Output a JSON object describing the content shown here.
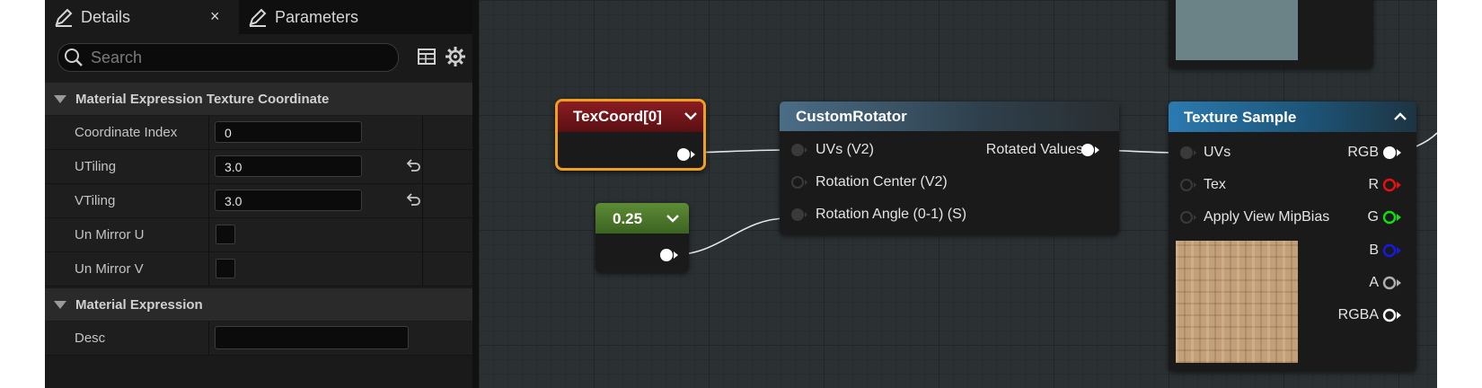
{
  "details": {
    "tabs": [
      {
        "label": "Details",
        "icon": "pencil-icon",
        "active": true,
        "close": "×"
      },
      {
        "label": "Parameters",
        "icon": "pencil-icon",
        "active": false
      }
    ],
    "search": {
      "placeholder": "Search"
    },
    "sections": [
      {
        "title": "Material Expression Texture Coordinate",
        "rows": [
          {
            "label": "Coordinate Index",
            "type": "text",
            "value": "0"
          },
          {
            "label": "UTiling",
            "type": "text",
            "value": "3.0",
            "reset": true
          },
          {
            "label": "VTiling",
            "type": "text",
            "value": "3.0",
            "reset": true
          },
          {
            "label": "Un Mirror U",
            "type": "checkbox",
            "checked": false
          },
          {
            "label": "Un Mirror V",
            "type": "checkbox",
            "checked": false
          }
        ]
      },
      {
        "title": "Material Expression",
        "rows": [
          {
            "label": "Desc",
            "type": "text",
            "value": ""
          }
        ]
      }
    ]
  },
  "graph": {
    "nodes": {
      "texcoord": {
        "title": "TexCoord[0]",
        "header_color": "#7a1519",
        "selected_color": "#f0a020"
      },
      "constant": {
        "title": "0.25",
        "header_color": "#4e7a2c"
      },
      "custom_rotator": {
        "title": "CustomRotator",
        "header_color": "#3d5c73",
        "inputs": [
          "UVs (V2)",
          "Rotation Center (V2)",
          "Rotation Angle (0-1) (S)"
        ],
        "output": "Rotated Values"
      },
      "texture_sample": {
        "title": "Texture Sample",
        "header_color": "#1f5f86",
        "inputs": [
          "UVs",
          "Tex",
          "Apply View MipBias"
        ],
        "outputs": [
          {
            "label": "RGB",
            "color": "#ffffff"
          },
          {
            "label": "R",
            "color": "#e81010"
          },
          {
            "label": "G",
            "color": "#10e010"
          },
          {
            "label": "B",
            "color": "#1818e8"
          },
          {
            "label": "A",
            "color": "#b0b0b0"
          },
          {
            "label": "RGBA",
            "color": "#ffffff"
          }
        ]
      }
    }
  }
}
